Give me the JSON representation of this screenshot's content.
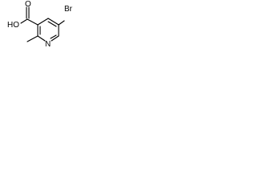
{
  "molecule": {
    "atoms": {
      "bromine": "Br",
      "ring_nitrogen": "N",
      "hydroxyl": "HO",
      "carbonyl_oxygen": "O"
    }
  }
}
